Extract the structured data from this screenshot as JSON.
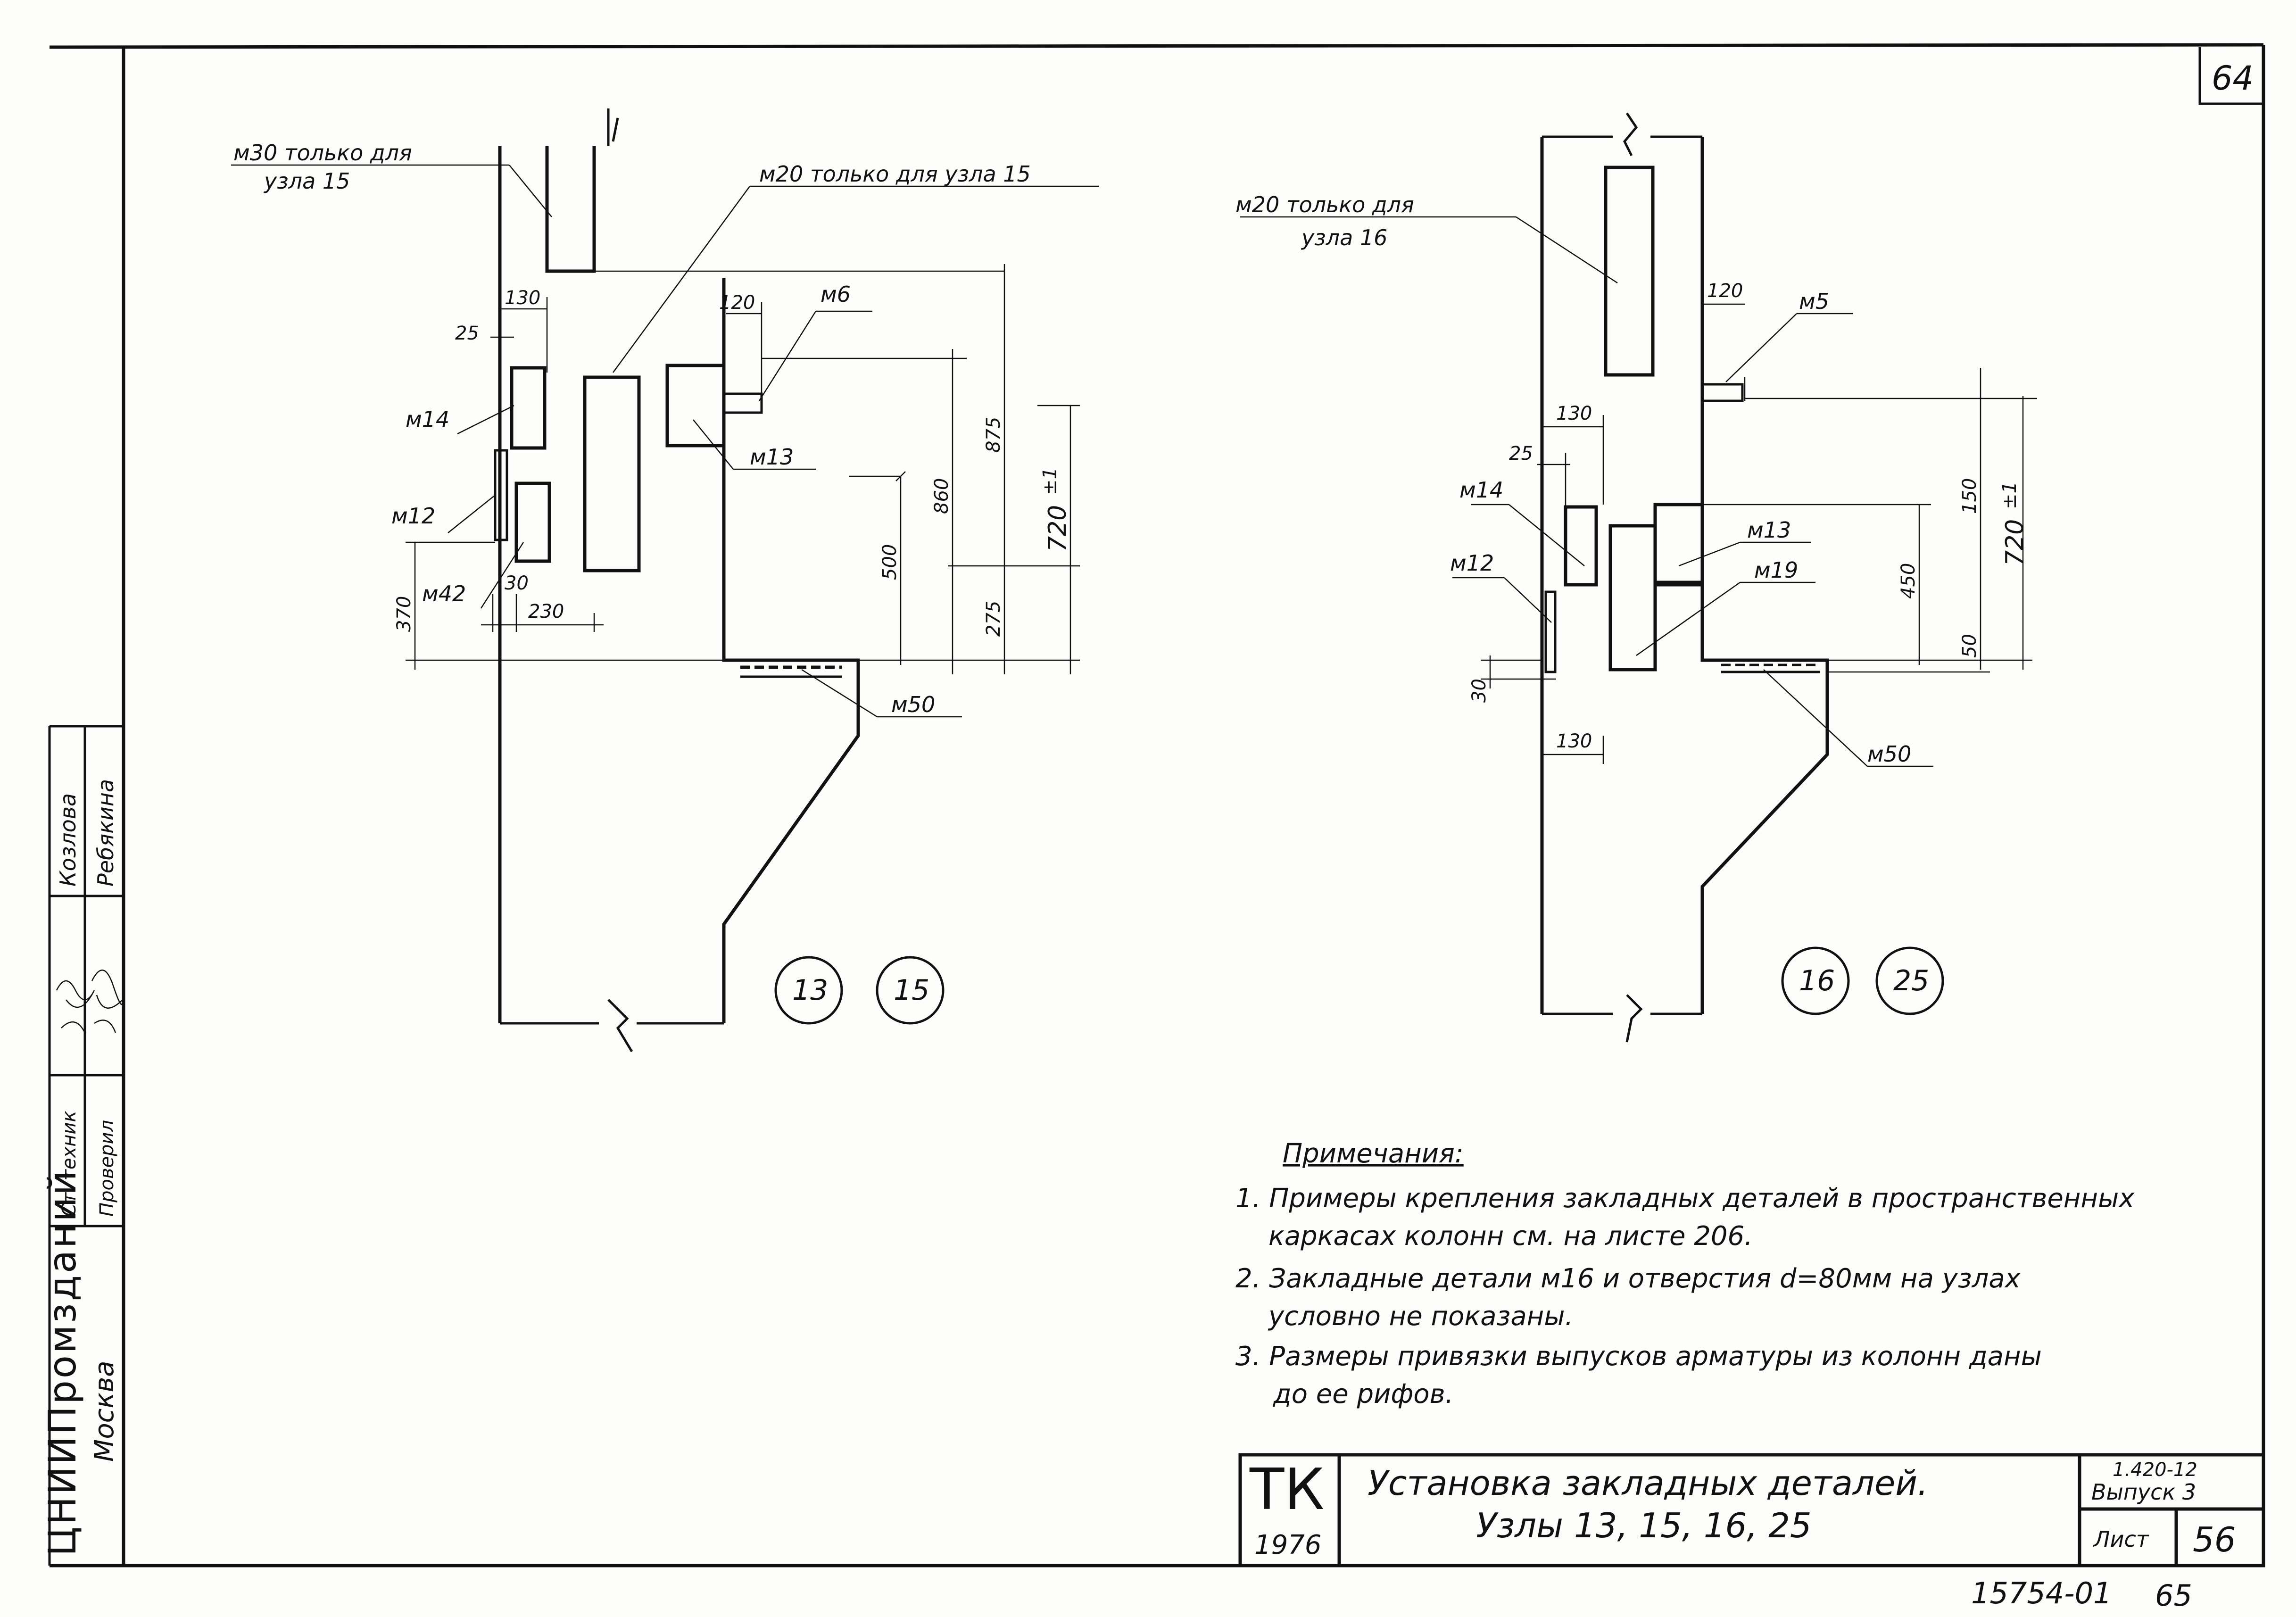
{
  "sheet_corner_number": "64",
  "left_node": {
    "labels": {
      "m30": "м30 только для",
      "m30_2": "узла 15",
      "m20": "м20 только для узла 15",
      "m6": "м6",
      "m14": "м14",
      "m13": "м13",
      "m12": "м12",
      "m42": "м42",
      "m50": "м50"
    },
    "dims": {
      "d130": "130",
      "d25": "25",
      "d120": "120",
      "d875": "875",
      "d860": "860",
      "d720": "720",
      "d720tol": "±1",
      "d500": "500",
      "d275": "275",
      "d370": "370",
      "d30": "30",
      "d230": "230"
    },
    "circles": [
      "13",
      "15"
    ]
  },
  "right_node": {
    "labels": {
      "m20": "м20 только для",
      "m20_2": "узла 16",
      "m5": "м5",
      "m14": "м14",
      "m12": "м12",
      "m13": "м13",
      "m19": "м19",
      "m50": "м50"
    },
    "dims": {
      "d130a": "130",
      "d25": "25",
      "d120": "120",
      "d150": "150",
      "d720": "720",
      "d720tol": "±1",
      "d450": "450",
      "d50": "50",
      "d30": "30",
      "d130b": "130"
    },
    "circles": [
      "16",
      "25"
    ]
  },
  "notes": {
    "title": "Примечания:",
    "lines": [
      "1. Примеры крепления закладных деталей в пространственных",
      "каркасах колонн см. на листе 206.",
      "2. Закладные детали м16 и отверстия d=80мм на узлах",
      "условно не показаны.",
      "3. Размеры привязки выпусков арматуры из колонн даны",
      "до ее рифов."
    ]
  },
  "stamp": {
    "org_short": "ТК",
    "year": "1976",
    "title_line1": "Установка закладных деталей.",
    "title_line2": "Узлы 13, 15, 16, 25",
    "series": "1.420-12",
    "issue": "Выпуск 3",
    "sheet_label": "Лист",
    "sheet_no": "56"
  },
  "side_stamp": {
    "org": "ЦНИИПромзданий",
    "city": "Москва",
    "role1": "Ст. техник",
    "role2": "Проверил",
    "name1": "Козлова",
    "name2": "Ребякина"
  },
  "bottom_numbers": {
    "inv": "15754-01",
    "page": "65"
  }
}
